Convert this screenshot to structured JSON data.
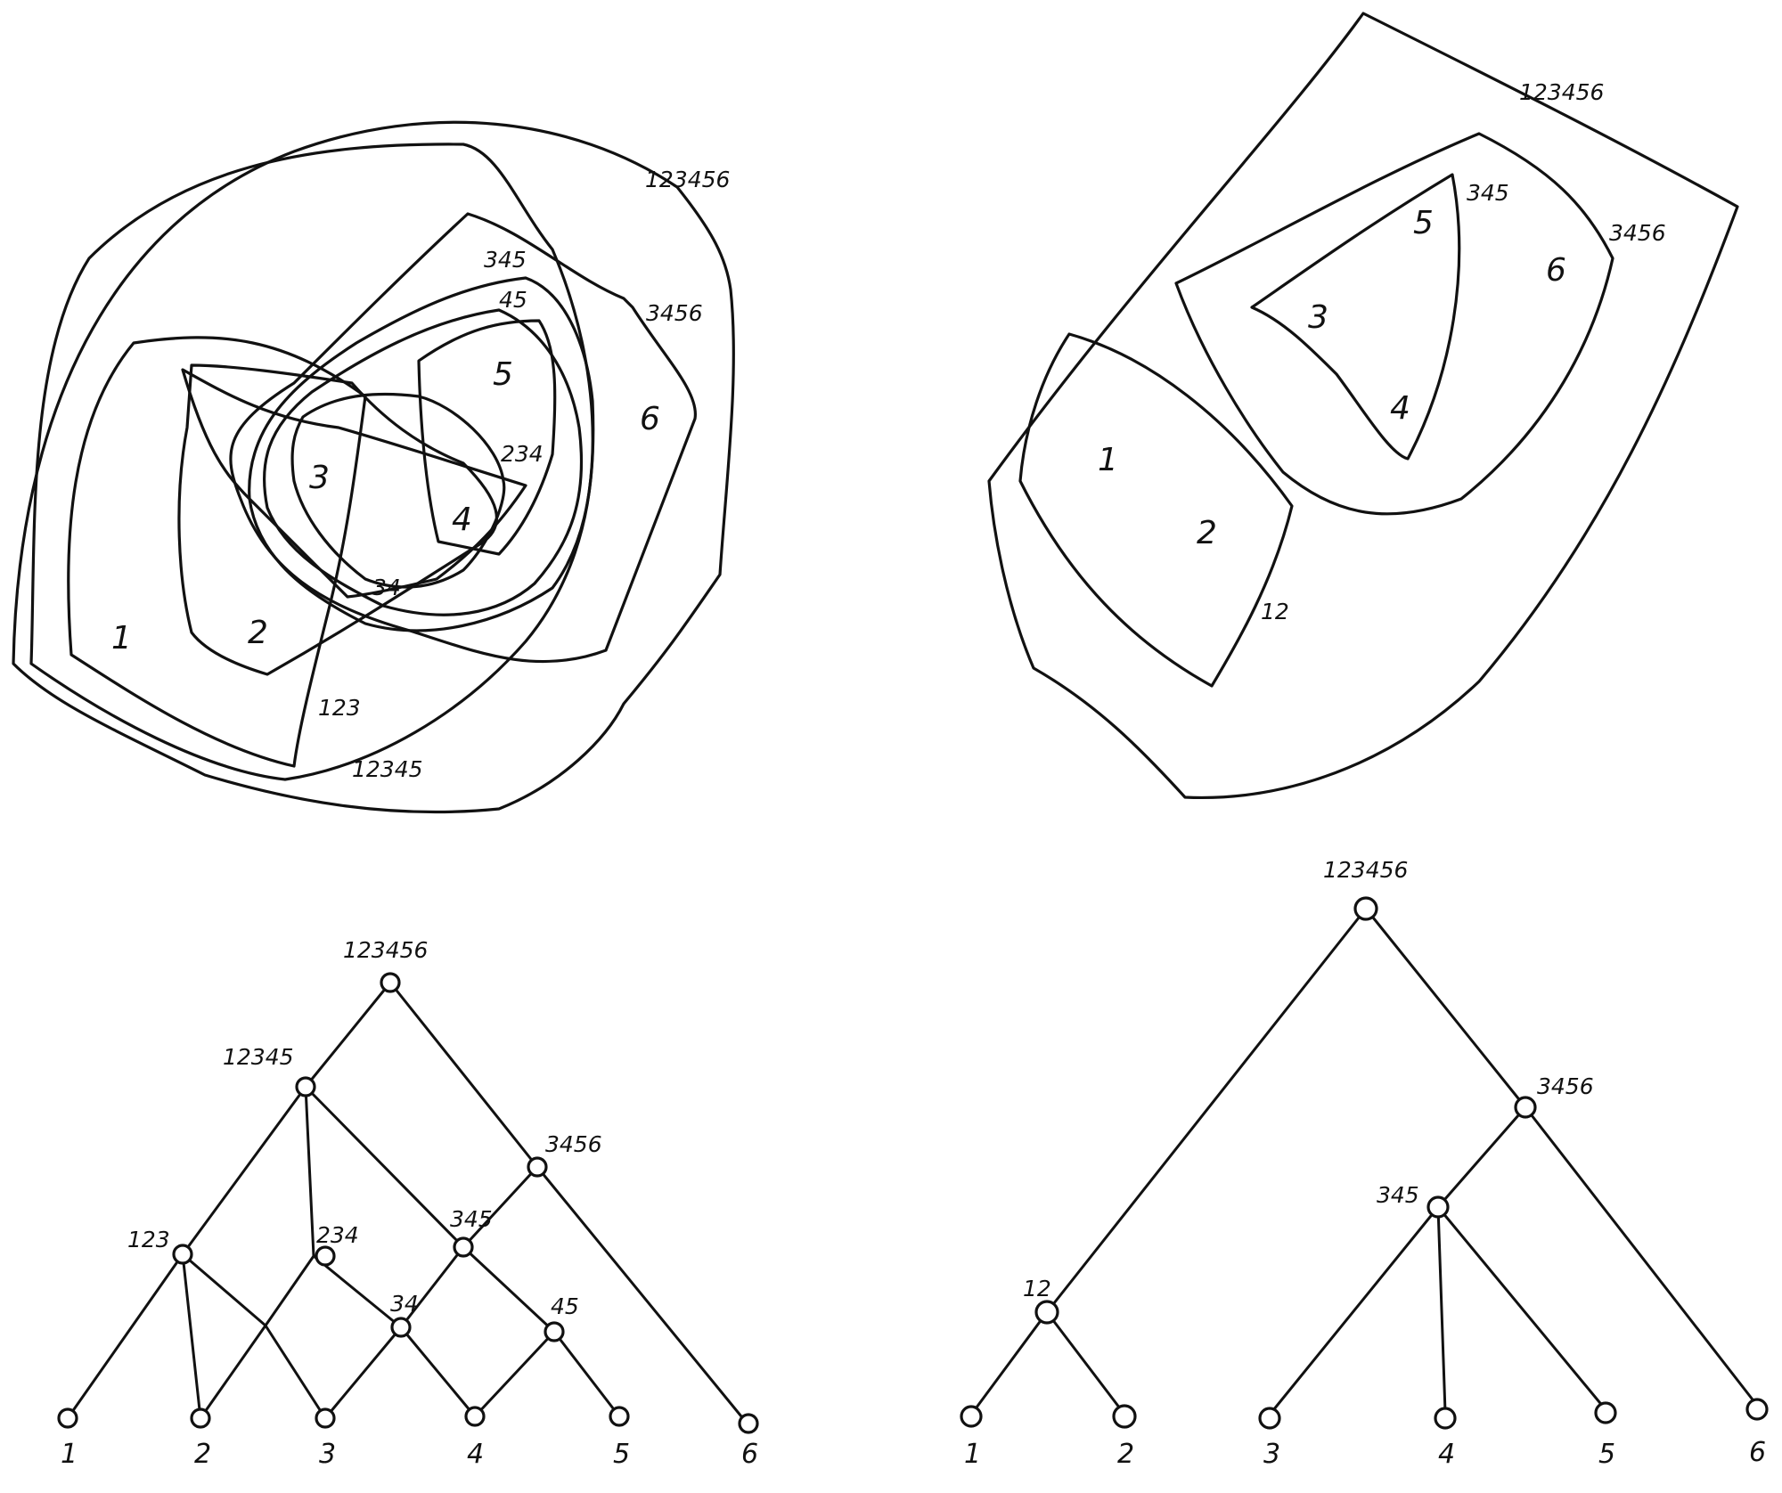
{
  "panel_top_left": {
    "labels": {
      "outer": "123456",
      "l12345": "12345",
      "l3456": "3456",
      "l345": "345",
      "l45": "45",
      "l234": "234",
      "l34": "34",
      "l123": "123"
    },
    "elements": [
      "1",
      "2",
      "3",
      "4",
      "5",
      "6"
    ]
  },
  "panel_top_right": {
    "labels": {
      "outer": "123456",
      "l3456": "3456",
      "l345": "345",
      "l12": "12"
    },
    "elements": [
      "1",
      "2",
      "3",
      "4",
      "5",
      "6"
    ]
  },
  "panel_bottom_left": {
    "nodes": {
      "root": "123456",
      "n12345": "12345",
      "n3456": "3456",
      "n123": "123",
      "n234": "234",
      "n345": "345",
      "n34": "34",
      "n45": "45"
    },
    "leaves": [
      "1",
      "2",
      "3",
      "4",
      "5",
      "6"
    ]
  },
  "panel_bottom_right": {
    "nodes": {
      "root": "123456",
      "n3456": "3456",
      "n345": "345",
      "n12": "12"
    },
    "leaves": [
      "1",
      "2",
      "3",
      "4",
      "5",
      "6"
    ]
  },
  "colors": {
    "ink": "#111111",
    "paper": "#ffffff"
  }
}
